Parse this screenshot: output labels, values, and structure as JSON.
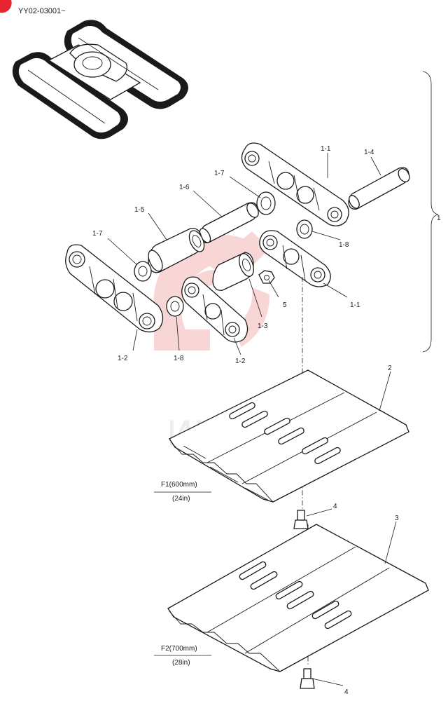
{
  "header": {
    "model_range": "YY02-03001~"
  },
  "watermark": {
    "text": "ИНТЕХ",
    "color": "#e84a4a"
  },
  "callouts": {
    "c1_1_top": "1-1",
    "c1_4": "1-4",
    "c1_7_top": "1-7",
    "c1_6": "1-6",
    "c1_5": "1-5",
    "c1_8_right": "1-8",
    "c1_7_left": "1-7",
    "c5": "5",
    "c1_1_bottom": "1-1",
    "c1_3": "1-3",
    "c1_2_left": "1-2",
    "c1_8_bottom": "1-8",
    "c1_2_mid": "1-2",
    "c1": "1",
    "c2": "2",
    "c4_top": "4",
    "c3": "3",
    "c4_bottom": "4"
  },
  "shoes": {
    "f1_width": "F1(600mm)",
    "f1_inch": "(24in)",
    "f2_width": "F2(700mm)",
    "f2_inch": "(28in)"
  }
}
